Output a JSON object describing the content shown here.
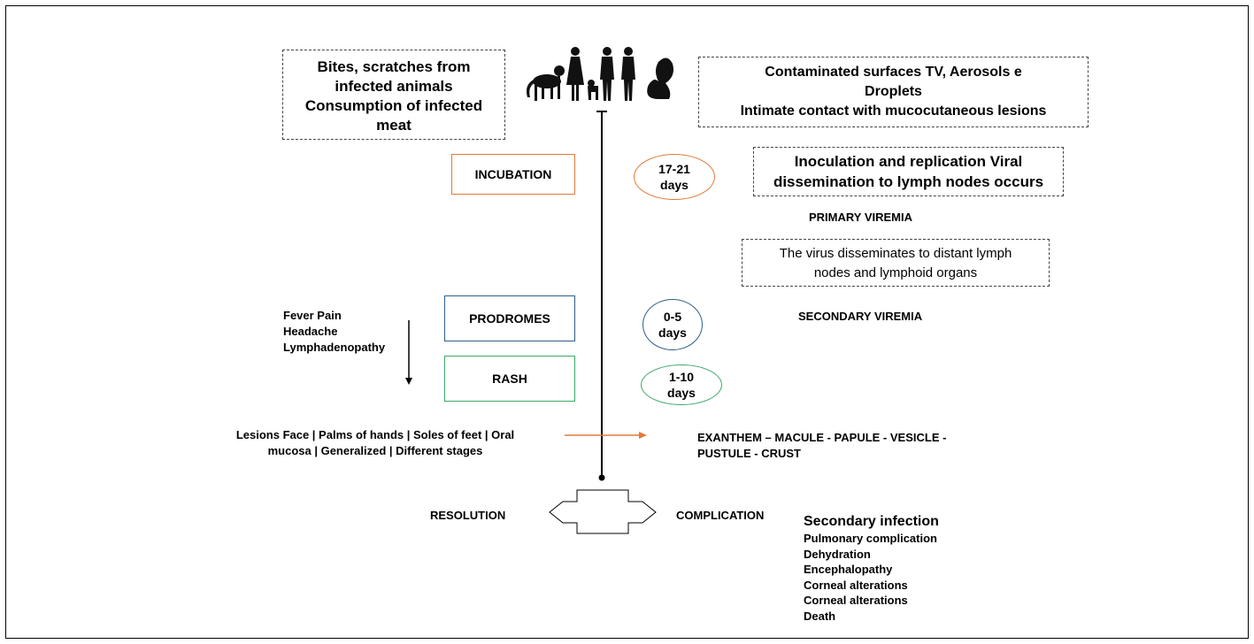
{
  "routes": {
    "left_lines": [
      "Bites, scratches from",
      "infected animals",
      "Consumption of infected",
      "meat"
    ],
    "right_lines": [
      "Contaminated surfaces TV, Aerosols e",
      "Droplets",
      "Intimate contact with mucocutaneous lesions"
    ]
  },
  "stages": {
    "incubation": "INCUBATION",
    "prodromes": "PRODROMES",
    "rash": "RASH"
  },
  "durations": {
    "incubation": [
      "17-21",
      "days"
    ],
    "prodromes": [
      "0-5",
      "days"
    ],
    "rash": [
      "1-10",
      "days"
    ]
  },
  "events": {
    "inoculation_lines": [
      "Inoculation and replication Viral",
      "dissemination to lymph nodes occurs"
    ],
    "primary_viremia": "PRIMARY VIREMIA",
    "dissemination_lines": [
      "The virus disseminates to distant lymph",
      "nodes and lymphoid organs"
    ],
    "secondary_viremia": "SECONDARY VIREMIA"
  },
  "symptoms": [
    "Fever Pain",
    "Headache",
    "Lymphadenopathy"
  ],
  "lesions": [
    "Lesions Face | Palms of hands | Soles of feet | Oral",
    "mucosa | Generalized | Different stages"
  ],
  "exanthem": [
    "EXANTHEM – MACULE - PAPULE - VESICLE -",
    "PUSTULE - CRUST"
  ],
  "outcomes": {
    "resolution": "RESOLUTION",
    "complication": "COMPLICATION"
  },
  "complications": {
    "title": "Secondary infection",
    "items": [
      "Pulmonary complication",
      "Dehydration",
      "Encephalopathy",
      "Corneal alterations",
      "Corneal alterations",
      "Death"
    ]
  },
  "colors": {
    "incubation": "#e07b39",
    "prodromes": "#2e5e8a",
    "rash": "#3ea86a",
    "lesion_arrow": "#e07b39"
  }
}
